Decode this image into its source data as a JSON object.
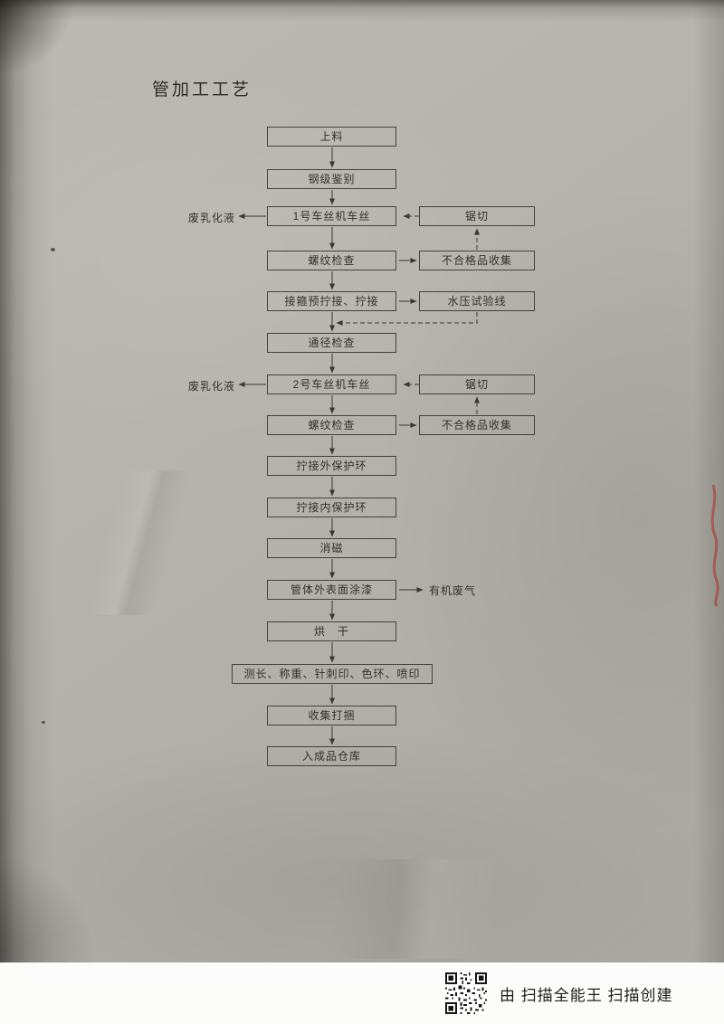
{
  "page": {
    "title": "管加工工艺"
  },
  "flow": {
    "main": [
      {
        "label": "上料"
      },
      {
        "label": "钢级鉴别"
      },
      {
        "label": "1号车丝机车丝"
      },
      {
        "label": "螺纹检查"
      },
      {
        "label": "接箍预拧接、拧接"
      },
      {
        "label": "通径检查"
      },
      {
        "label": "2号车丝机车丝"
      },
      {
        "label": "螺纹检查"
      },
      {
        "label": "拧接外保护环"
      },
      {
        "label": "拧接内保护环"
      },
      {
        "label": "消磁"
      },
      {
        "label": "管体外表面涂漆"
      },
      {
        "label": "烘　干"
      },
      {
        "label": "测长、称重、针刺印、色环、喷印"
      },
      {
        "label": "收集打捆"
      },
      {
        "label": "入成品仓库"
      }
    ],
    "side": [
      {
        "label": "锯切"
      },
      {
        "label": "不合格品收集"
      },
      {
        "label": "水压试验线"
      },
      {
        "label": "锯切"
      },
      {
        "label": "不合格品收集"
      }
    ],
    "annotations": [
      {
        "label": "废乳化液"
      },
      {
        "label": "废乳化液"
      },
      {
        "label": "有机废气"
      }
    ]
  },
  "footer": {
    "scanner_note": "由 扫描全能王 扫描创建"
  }
}
